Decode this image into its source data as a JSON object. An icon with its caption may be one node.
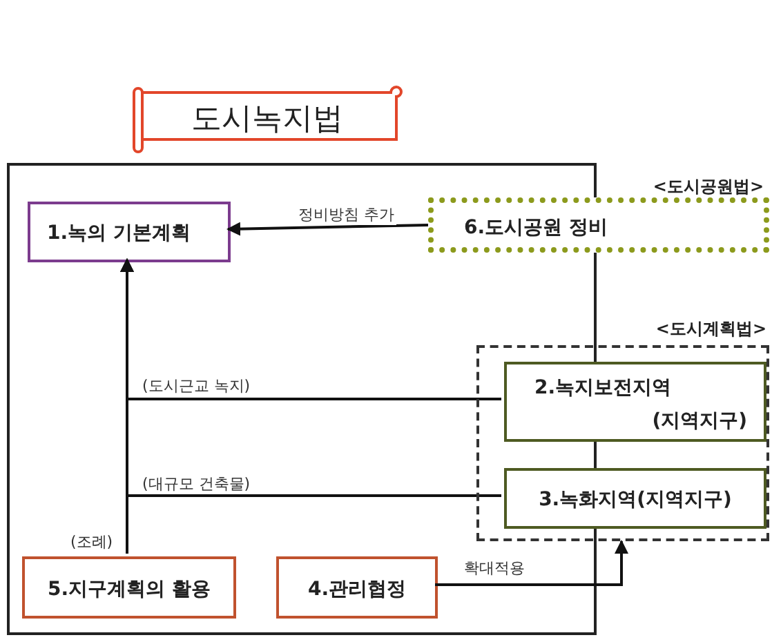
{
  "diagram": {
    "nodes": [
      {
        "text": [
          "도시녹지법"
        ]
      },
      {
        "text": [],
        "shape": "box"
      },
      {
        "text": [
          "1.녹의 기본계획"
        ],
        "in": 1
      },
      {
        "text": [
          "6.도시공원 정비"
        ],
        "beside": [
          "<도시공원법>"
        ]
      },
      {
        "text": [
          "<도시계획법>"
        ]
      },
      {
        "text": [
          "2.녹지보전지역",
          "(지역지구)"
        ],
        "in": 4
      },
      {
        "text": [
          "3.녹화지역(지역지구)"
        ],
        "in": 4
      },
      {
        "text": [
          "5.지구계획의 활용"
        ],
        "in": 1
      },
      {
        "text": [
          "4.관리협정"
        ],
        "in": 1
      }
    ],
    "edges": [
      {
        "from": 3,
        "to": 2,
        "arrow": "to",
        "label": "정비방침 추가"
      },
      {
        "from": 5,
        "to": 2,
        "arrow": "to",
        "label": "(도시근교 녹지)"
      },
      {
        "from": 6,
        "to": 2,
        "arrow": "to",
        "label": "(대규모 건축물)"
      },
      {
        "from": 7,
        "to": 2,
        "arrow": "to",
        "label": "(조례)"
      },
      {
        "from": 8,
        "to": 4,
        "arrow": "to",
        "label": "확대적용"
      }
    ]
  }
}
